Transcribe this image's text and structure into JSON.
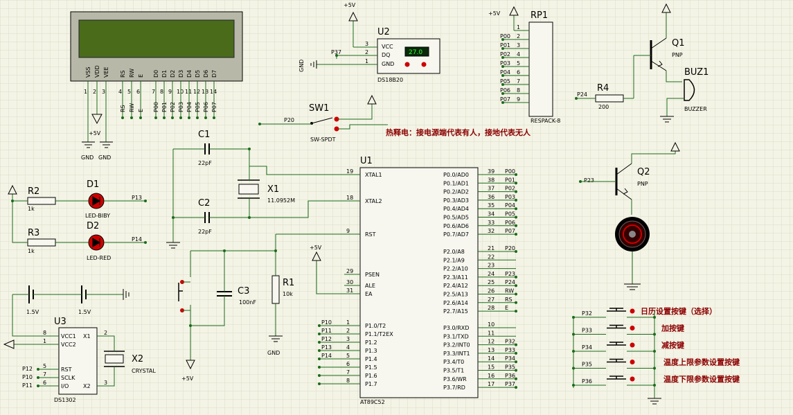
{
  "lcd": {
    "pins_top": [
      "VSS",
      "VDD",
      "VEE",
      "RS",
      "RW",
      "E",
      "D0",
      "D1",
      "D2",
      "D3",
      "D4",
      "D5",
      "D6",
      "D7"
    ],
    "pin_numbers": [
      "1",
      "2",
      "3",
      "4",
      "5",
      "6",
      "7",
      "8",
      "9",
      "10",
      "11",
      "12",
      "13",
      "14"
    ],
    "net_labels": [
      "RS",
      "RW",
      "E",
      "P00",
      "P01",
      "P02",
      "P03",
      "P04",
      "P05",
      "P06",
      "P07"
    ],
    "vdd_label": "+5V",
    "gnd_labels": [
      "GND",
      "GND"
    ]
  },
  "u2": {
    "ref": "U2",
    "part": "DS18B20",
    "display": "27.0",
    "pins": [
      "VCC",
      "DQ",
      "GND"
    ],
    "pin_numbers": [
      "3",
      "2",
      "1"
    ],
    "net_p37": "P37",
    "supply": "+5V",
    "gnd": "GND"
  },
  "rp1": {
    "ref": "RP1",
    "part": "RESPACK-8",
    "supply": "+5V",
    "pin_numbers": [
      "1",
      "2",
      "3",
      "4",
      "5",
      "6",
      "7",
      "8",
      "9"
    ],
    "nets": [
      "P00",
      "P01",
      "P02",
      "P03",
      "P04",
      "P05",
      "P06",
      "P07"
    ]
  },
  "q1": {
    "ref": "Q1",
    "type": "PNP"
  },
  "buz1": {
    "ref": "BUZ1",
    "part": "BUZZER"
  },
  "r4": {
    "ref": "R4",
    "value": "200",
    "net": "P24"
  },
  "sw1": {
    "ref": "SW1",
    "part": "SW-SPDT",
    "net": "P20"
  },
  "note": "热释电：接电源端代表有人，接地代表无人",
  "c1": {
    "ref": "C1",
    "value": "22pF"
  },
  "c2": {
    "ref": "C2",
    "value": "22pF"
  },
  "x1": {
    "ref": "X1",
    "value": "11.0952M"
  },
  "u1": {
    "ref": "U1",
    "part": "AT89C52",
    "left_pins": [
      {
        "num": "19",
        "name": "XTAL1"
      },
      {
        "num": "18",
        "name": "XTAL2"
      },
      {
        "num": "9",
        "name": "RST"
      },
      {
        "num": "29",
        "name": "PSEN"
      },
      {
        "num": "30",
        "name": "ALE"
      },
      {
        "num": "31",
        "name": "EA"
      },
      {
        "num": "1",
        "name": "P1.0/T2"
      },
      {
        "num": "2",
        "name": "P1.1/T2EX"
      },
      {
        "num": "3",
        "name": "P1.2"
      },
      {
        "num": "4",
        "name": "P1.3"
      },
      {
        "num": "5",
        "name": "P1.4"
      },
      {
        "num": "6",
        "name": "P1.5"
      },
      {
        "num": "7",
        "name": "P1.6"
      },
      {
        "num": "8",
        "name": "P1.7"
      }
    ],
    "left_nets": [
      "P10",
      "P11",
      "P12",
      "P13",
      "P14"
    ],
    "ea_supply": "+5V",
    "right_pins": [
      {
        "num": "39",
        "name": "P0.0/AD0",
        "net": "P00"
      },
      {
        "num": "38",
        "name": "P0.1/AD1",
        "net": "P01"
      },
      {
        "num": "37",
        "name": "P0.2/AD2",
        "net": "P02"
      },
      {
        "num": "36",
        "name": "P0.3/AD3",
        "net": "P03"
      },
      {
        "num": "35",
        "name": "P0.4/AD4",
        "net": "P04"
      },
      {
        "num": "34",
        "name": "P0.5/AD5",
        "net": "P05"
      },
      {
        "num": "33",
        "name": "P0.6/AD6",
        "net": "P06"
      },
      {
        "num": "32",
        "name": "P0.7/AD7",
        "net": "P07"
      },
      {
        "num": "21",
        "name": "P2.0/A8",
        "net": "P20"
      },
      {
        "num": "22",
        "name": "P2.1/A9",
        "net": ""
      },
      {
        "num": "23",
        "name": "P2.2/A10",
        "net": ""
      },
      {
        "num": "24",
        "name": "P2.3/A11",
        "net": "P23"
      },
      {
        "num": "25",
        "name": "P2.4/A12",
        "net": "P24"
      },
      {
        "num": "26",
        "name": "P2.5/A13",
        "net": "RW"
      },
      {
        "num": "27",
        "name": "P2.6/A14",
        "net": "RS"
      },
      {
        "num": "28",
        "name": "P2.7/A15",
        "net": "E"
      },
      {
        "num": "10",
        "name": "P3.0/RXD",
        "net": ""
      },
      {
        "num": "11",
        "name": "P3.1/TXD",
        "net": ""
      },
      {
        "num": "12",
        "name": "P3.2/INT0",
        "net": "P32"
      },
      {
        "num": "13",
        "name": "P3.3/INT1",
        "net": "P33"
      },
      {
        "num": "14",
        "name": "P3.4/T0",
        "net": "P34"
      },
      {
        "num": "15",
        "name": "P3.5/T1",
        "net": "P35"
      },
      {
        "num": "16",
        "name": "P3.6/WR",
        "net": "P36"
      },
      {
        "num": "17",
        "name": "P3.7/RD",
        "net": "P37"
      }
    ]
  },
  "r2": {
    "ref": "R2",
    "value": "1k"
  },
  "r3": {
    "ref": "R3",
    "value": "1k"
  },
  "d1": {
    "ref": "D1",
    "part": "LED-BIBY",
    "net": "P13"
  },
  "d2": {
    "ref": "D2",
    "part": "LED-RED",
    "net": "P14"
  },
  "c3": {
    "ref": "C3",
    "value": "100nF"
  },
  "r1": {
    "ref": "R1",
    "value": "10k",
    "gnd": "GND"
  },
  "rst_supply": "+5V",
  "batteries": [
    "1.5V",
    "1.5V"
  ],
  "u3": {
    "ref": "U3",
    "part": "DS1302",
    "left_pins": [
      {
        "num": "8",
        "name": "VCC1"
      },
      {
        "num": "1",
        "name": "VCC2"
      },
      {
        "num": "5",
        "name": "RST"
      },
      {
        "num": "7",
        "name": "SCLK"
      },
      {
        "num": "6",
        "name": "I/O"
      }
    ],
    "right_pins": [
      {
        "num": "2",
        "name": "X1"
      },
      {
        "num": "3",
        "name": "X2"
      }
    ],
    "nets": [
      "P12",
      "P10",
      "P11"
    ]
  },
  "x2": {
    "ref": "X2",
    "part": "CRYSTAL"
  },
  "q2": {
    "ref": "Q2",
    "type": "PNP",
    "net": "P23"
  },
  "buttons": [
    {
      "net": "P32",
      "label": "日历设置按键（选择）"
    },
    {
      "net": "P33",
      "label": "加按键"
    },
    {
      "net": "P34",
      "label": "减按键"
    },
    {
      "net": "P35",
      "label": "温度上限参数设置按键"
    },
    {
      "net": "P36",
      "label": "温度下限参数设置按键"
    }
  ]
}
